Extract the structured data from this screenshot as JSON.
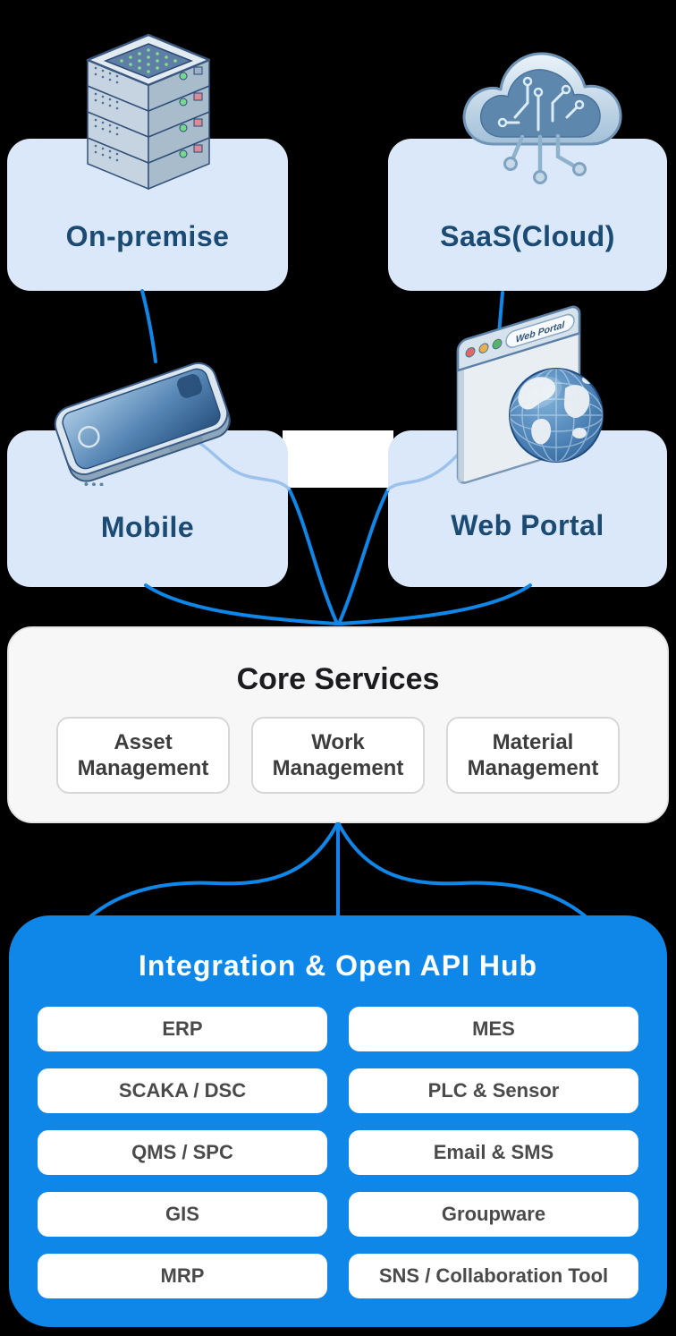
{
  "palette": {
    "background": "#000000",
    "tier_box_fill": "#dbe8f9",
    "tier_label_color": "#1b4a72",
    "core_box_fill": "#f7f7f8",
    "module_text_color": "#3d3d3d",
    "hub_fill": "#0e87e9",
    "hub_title_color": "#ffffff",
    "pill_fill": "#ffffff",
    "pill_text_color": "#4a4a4a",
    "connector_color": "#0e87e9",
    "connector_light_color": "#9cc2ec"
  },
  "nodes": {
    "on_premise": {
      "label": "On-premise",
      "icon": "server-stack"
    },
    "saas": {
      "label": "SaaS(Cloud)",
      "icon": "circuit-cloud"
    },
    "mobile": {
      "label": "Mobile",
      "icon": "smartphone"
    },
    "web_portal": {
      "label": "Web Portal",
      "icon": "browser-globe"
    }
  },
  "browser_icon": {
    "bar_label": "Web Portal"
  },
  "core": {
    "title": "Core Services",
    "modules": [
      "Asset Management",
      "Work Management",
      "Material Management"
    ]
  },
  "hub": {
    "title": "Integration & Open API Hub",
    "left_items": [
      "ERP",
      "SCAKA / DSC",
      "QMS / SPC",
      "GIS",
      "MRP"
    ],
    "right_items": [
      "MES",
      "PLC & Sensor",
      "Email & SMS",
      "Groupware",
      "SNS / Collaboration Tool"
    ]
  }
}
